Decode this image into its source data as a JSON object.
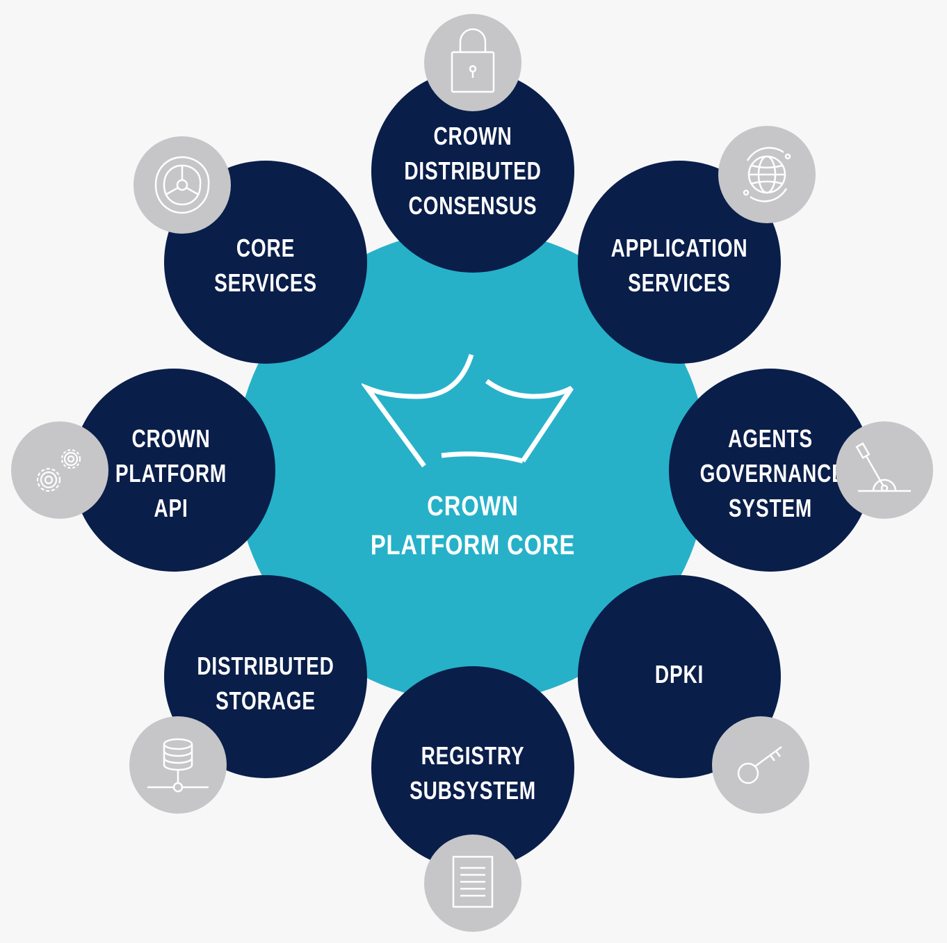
{
  "core": {
    "lines": [
      "CROWN",
      "PLATFORM CORE"
    ],
    "logo_icon": "crown-icon",
    "color": "#26b1c9"
  },
  "colors": {
    "node": "#0a1e4a",
    "badge": "#c6c6c8",
    "background": "#f7f7f8",
    "text": "#ffffff"
  },
  "nodes": [
    {
      "id": "consensus",
      "lines": [
        "CROWN",
        "DISTRIBUTED",
        "CONSENSUS"
      ],
      "icon": "lock-icon"
    },
    {
      "id": "application-services",
      "lines": [
        "APPLICATION",
        "SERVICES"
      ],
      "icon": "globe-icon"
    },
    {
      "id": "agents-governance",
      "lines": [
        "AGENTS",
        "GOVERNANCE",
        "SYSTEM"
      ],
      "icon": "lever-icon"
    },
    {
      "id": "dpki",
      "lines": [
        "DPKI"
      ],
      "icon": "key-icon"
    },
    {
      "id": "registry",
      "lines": [
        "REGISTRY",
        "SUBSYSTEM"
      ],
      "icon": "document-icon"
    },
    {
      "id": "distributed-storage",
      "lines": [
        "DISTRIBUTED",
        "STORAGE"
      ],
      "icon": "database-icon"
    },
    {
      "id": "platform-api",
      "lines": [
        "CROWN",
        "PLATFORM",
        "API"
      ],
      "icon": "gears-icon"
    },
    {
      "id": "core-services",
      "lines": [
        "CORE",
        "SERVICES"
      ],
      "icon": "radar-icon"
    }
  ]
}
